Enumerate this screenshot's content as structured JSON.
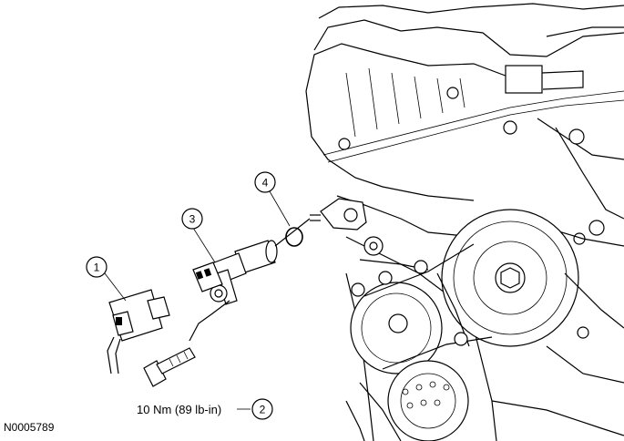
{
  "callouts": [
    {
      "id": "1",
      "label": "1"
    },
    {
      "id": "2",
      "label": "2"
    },
    {
      "id": "3",
      "label": "3"
    },
    {
      "id": "4",
      "label": "4"
    }
  ],
  "torque_spec": "10 Nm (89 lb-in)",
  "figure_id": "N0005789"
}
